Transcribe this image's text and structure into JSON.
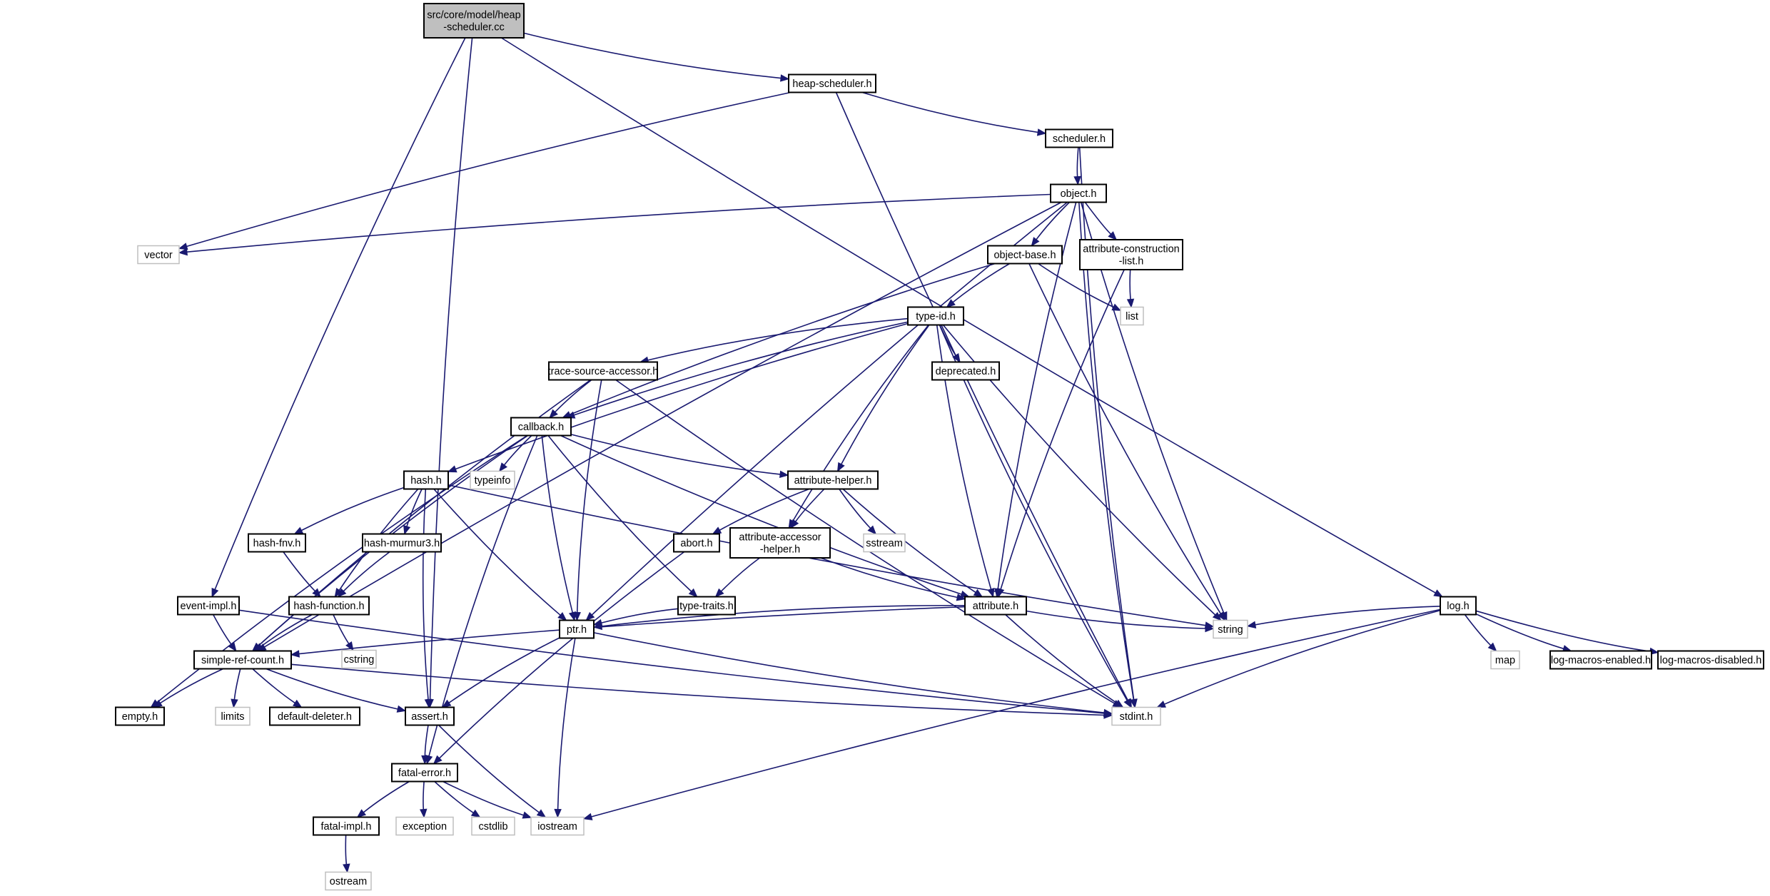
{
  "graph": {
    "title": "",
    "colors": {
      "edge": "#191970",
      "node_border": "#000000",
      "external_border": "#bfbfbf",
      "root_fill": "#bfbfbf"
    },
    "nodes": [
      {
        "id": "root",
        "lines": [
          "src/core/model/heap",
          "-scheduler.cc"
        ],
        "kind": "root"
      },
      {
        "id": "heap-scheduler",
        "lines": [
          "heap-scheduler.h"
        ],
        "kind": "file"
      },
      {
        "id": "scheduler",
        "lines": [
          "scheduler.h"
        ],
        "kind": "file"
      },
      {
        "id": "object",
        "lines": [
          "object.h"
        ],
        "kind": "file"
      },
      {
        "id": "vector",
        "lines": [
          "vector"
        ],
        "kind": "external"
      },
      {
        "id": "object-base",
        "lines": [
          "object-base.h"
        ],
        "kind": "file"
      },
      {
        "id": "attr-constr",
        "lines": [
          "attribute-construction",
          "-list.h"
        ],
        "kind": "file"
      },
      {
        "id": "list",
        "lines": [
          "list"
        ],
        "kind": "external"
      },
      {
        "id": "type-id",
        "lines": [
          "type-id.h"
        ],
        "kind": "file"
      },
      {
        "id": "trace-src",
        "lines": [
          "trace-source-accessor.h"
        ],
        "kind": "file"
      },
      {
        "id": "deprecated",
        "lines": [
          "deprecated.h"
        ],
        "kind": "file"
      },
      {
        "id": "callback",
        "lines": [
          "callback.h"
        ],
        "kind": "file"
      },
      {
        "id": "typeinfo",
        "lines": [
          "typeinfo"
        ],
        "kind": "external"
      },
      {
        "id": "hash",
        "lines": [
          "hash.h"
        ],
        "kind": "file"
      },
      {
        "id": "attr-helper",
        "lines": [
          "attribute-helper.h"
        ],
        "kind": "file"
      },
      {
        "id": "hash-fnv",
        "lines": [
          "hash-fnv.h"
        ],
        "kind": "file"
      },
      {
        "id": "hash-murmur3",
        "lines": [
          "hash-murmur3.h"
        ],
        "kind": "file"
      },
      {
        "id": "abort",
        "lines": [
          "abort.h"
        ],
        "kind": "file"
      },
      {
        "id": "attr-acc",
        "lines": [
          "attribute-accessor",
          "-helper.h"
        ],
        "kind": "file"
      },
      {
        "id": "sstream",
        "lines": [
          "sstream"
        ],
        "kind": "external"
      },
      {
        "id": "event-impl",
        "lines": [
          "event-impl.h"
        ],
        "kind": "file"
      },
      {
        "id": "hash-function",
        "lines": [
          "hash-function.h"
        ],
        "kind": "file"
      },
      {
        "id": "type-traits",
        "lines": [
          "type-traits.h"
        ],
        "kind": "file"
      },
      {
        "id": "attribute",
        "lines": [
          "attribute.h"
        ],
        "kind": "file"
      },
      {
        "id": "log",
        "lines": [
          "log.h"
        ],
        "kind": "file"
      },
      {
        "id": "cstring",
        "lines": [
          "cstring"
        ],
        "kind": "external"
      },
      {
        "id": "simple-ref",
        "lines": [
          "simple-ref-count.h"
        ],
        "kind": "file"
      },
      {
        "id": "ptr",
        "lines": [
          "ptr.h"
        ],
        "kind": "file"
      },
      {
        "id": "string",
        "lines": [
          "string"
        ],
        "kind": "external"
      },
      {
        "id": "map",
        "lines": [
          "map"
        ],
        "kind": "external"
      },
      {
        "id": "log-macros-en",
        "lines": [
          "log-macros-enabled.h"
        ],
        "kind": "file"
      },
      {
        "id": "log-macros-dis",
        "lines": [
          "log-macros-disabled.h"
        ],
        "kind": "file"
      },
      {
        "id": "empty",
        "lines": [
          "empty.h"
        ],
        "kind": "file"
      },
      {
        "id": "limits",
        "lines": [
          "limits"
        ],
        "kind": "external"
      },
      {
        "id": "default-deleter",
        "lines": [
          "default-deleter.h"
        ],
        "kind": "file"
      },
      {
        "id": "assert",
        "lines": [
          "assert.h"
        ],
        "kind": "file"
      },
      {
        "id": "stdint",
        "lines": [
          "stdint.h"
        ],
        "kind": "external"
      },
      {
        "id": "fatal-error",
        "lines": [
          "fatal-error.h"
        ],
        "kind": "file"
      },
      {
        "id": "fatal-impl",
        "lines": [
          "fatal-impl.h"
        ],
        "kind": "file"
      },
      {
        "id": "exception",
        "lines": [
          "exception"
        ],
        "kind": "external"
      },
      {
        "id": "cstdlib",
        "lines": [
          "cstdlib"
        ],
        "kind": "external"
      },
      {
        "id": "iostream",
        "lines": [
          "iostream"
        ],
        "kind": "external"
      },
      {
        "id": "ostream",
        "lines": [
          "ostream"
        ],
        "kind": "external"
      }
    ],
    "edges": [
      [
        "root",
        "heap-scheduler"
      ],
      [
        "root",
        "log"
      ],
      [
        "root",
        "event-impl"
      ],
      [
        "root",
        "assert"
      ],
      [
        "heap-scheduler",
        "scheduler"
      ],
      [
        "heap-scheduler",
        "vector"
      ],
      [
        "heap-scheduler",
        "stdint"
      ],
      [
        "scheduler",
        "object"
      ],
      [
        "scheduler",
        "stdint"
      ],
      [
        "object",
        "vector"
      ],
      [
        "object",
        "object-base"
      ],
      [
        "object",
        "attr-constr"
      ],
      [
        "object",
        "ptr"
      ],
      [
        "object",
        "simple-ref"
      ],
      [
        "object",
        "attribute"
      ],
      [
        "object",
        "string"
      ],
      [
        "object",
        "stdint"
      ],
      [
        "object-base",
        "type-id"
      ],
      [
        "object-base",
        "callback"
      ],
      [
        "object-base",
        "list"
      ],
      [
        "object-base",
        "string"
      ],
      [
        "attr-constr",
        "list"
      ],
      [
        "attr-constr",
        "attribute"
      ],
      [
        "type-id",
        "trace-src"
      ],
      [
        "type-id",
        "deprecated"
      ],
      [
        "type-id",
        "callback"
      ],
      [
        "type-id",
        "hash"
      ],
      [
        "type-id",
        "attr-helper"
      ],
      [
        "type-id",
        "attr-acc"
      ],
      [
        "type-id",
        "attribute"
      ],
      [
        "type-id",
        "string"
      ],
      [
        "type-id",
        "stdint"
      ],
      [
        "trace-src",
        "callback"
      ],
      [
        "trace-src",
        "ptr"
      ],
      [
        "trace-src",
        "simple-ref"
      ],
      [
        "trace-src",
        "stdint"
      ],
      [
        "callback",
        "typeinfo"
      ],
      [
        "callback",
        "attr-helper"
      ],
      [
        "callback",
        "type-traits"
      ],
      [
        "callback",
        "ptr"
      ],
      [
        "callback",
        "simple-ref"
      ],
      [
        "callback",
        "attribute"
      ],
      [
        "callback",
        "empty"
      ],
      [
        "callback",
        "fatal-error"
      ],
      [
        "hash",
        "hash-fnv"
      ],
      [
        "hash",
        "hash-murmur3"
      ],
      [
        "hash",
        "hash-function"
      ],
      [
        "hash",
        "assert"
      ],
      [
        "hash",
        "ptr"
      ],
      [
        "hash",
        "string"
      ],
      [
        "attr-helper",
        "abort"
      ],
      [
        "attr-helper",
        "attr-acc"
      ],
      [
        "attr-helper",
        "sstream"
      ],
      [
        "attr-helper",
        "attribute"
      ],
      [
        "hash-fnv",
        "hash-function"
      ],
      [
        "hash-murmur3",
        "hash-function"
      ],
      [
        "hash-function",
        "simple-ref"
      ],
      [
        "hash-function",
        "cstring"
      ],
      [
        "abort",
        "fatal-error"
      ],
      [
        "attr-acc",
        "type-traits"
      ],
      [
        "attr-acc",
        "attribute"
      ],
      [
        "event-impl",
        "simple-ref"
      ],
      [
        "event-impl",
        "stdint"
      ],
      [
        "type-traits",
        "ptr"
      ],
      [
        "attribute",
        "simple-ref"
      ],
      [
        "attribute",
        "ptr"
      ],
      [
        "attribute",
        "string"
      ],
      [
        "attribute",
        "stdint"
      ],
      [
        "log",
        "string"
      ],
      [
        "log",
        "map"
      ],
      [
        "log",
        "log-macros-en"
      ],
      [
        "log",
        "log-macros-dis"
      ],
      [
        "log",
        "stdint"
      ],
      [
        "log",
        "iostream"
      ],
      [
        "simple-ref",
        "empty"
      ],
      [
        "simple-ref",
        "limits"
      ],
      [
        "simple-ref",
        "default-deleter"
      ],
      [
        "simple-ref",
        "assert"
      ],
      [
        "simple-ref",
        "stdint"
      ],
      [
        "ptr",
        "assert"
      ],
      [
        "ptr",
        "iostream"
      ],
      [
        "ptr",
        "stdint"
      ],
      [
        "assert",
        "fatal-error"
      ],
      [
        "assert",
        "iostream"
      ],
      [
        "fatal-error",
        "fatal-impl"
      ],
      [
        "fatal-error",
        "exception"
      ],
      [
        "fatal-error",
        "cstdlib"
      ],
      [
        "fatal-error",
        "iostream"
      ],
      [
        "fatal-impl",
        "ostream"
      ]
    ]
  }
}
